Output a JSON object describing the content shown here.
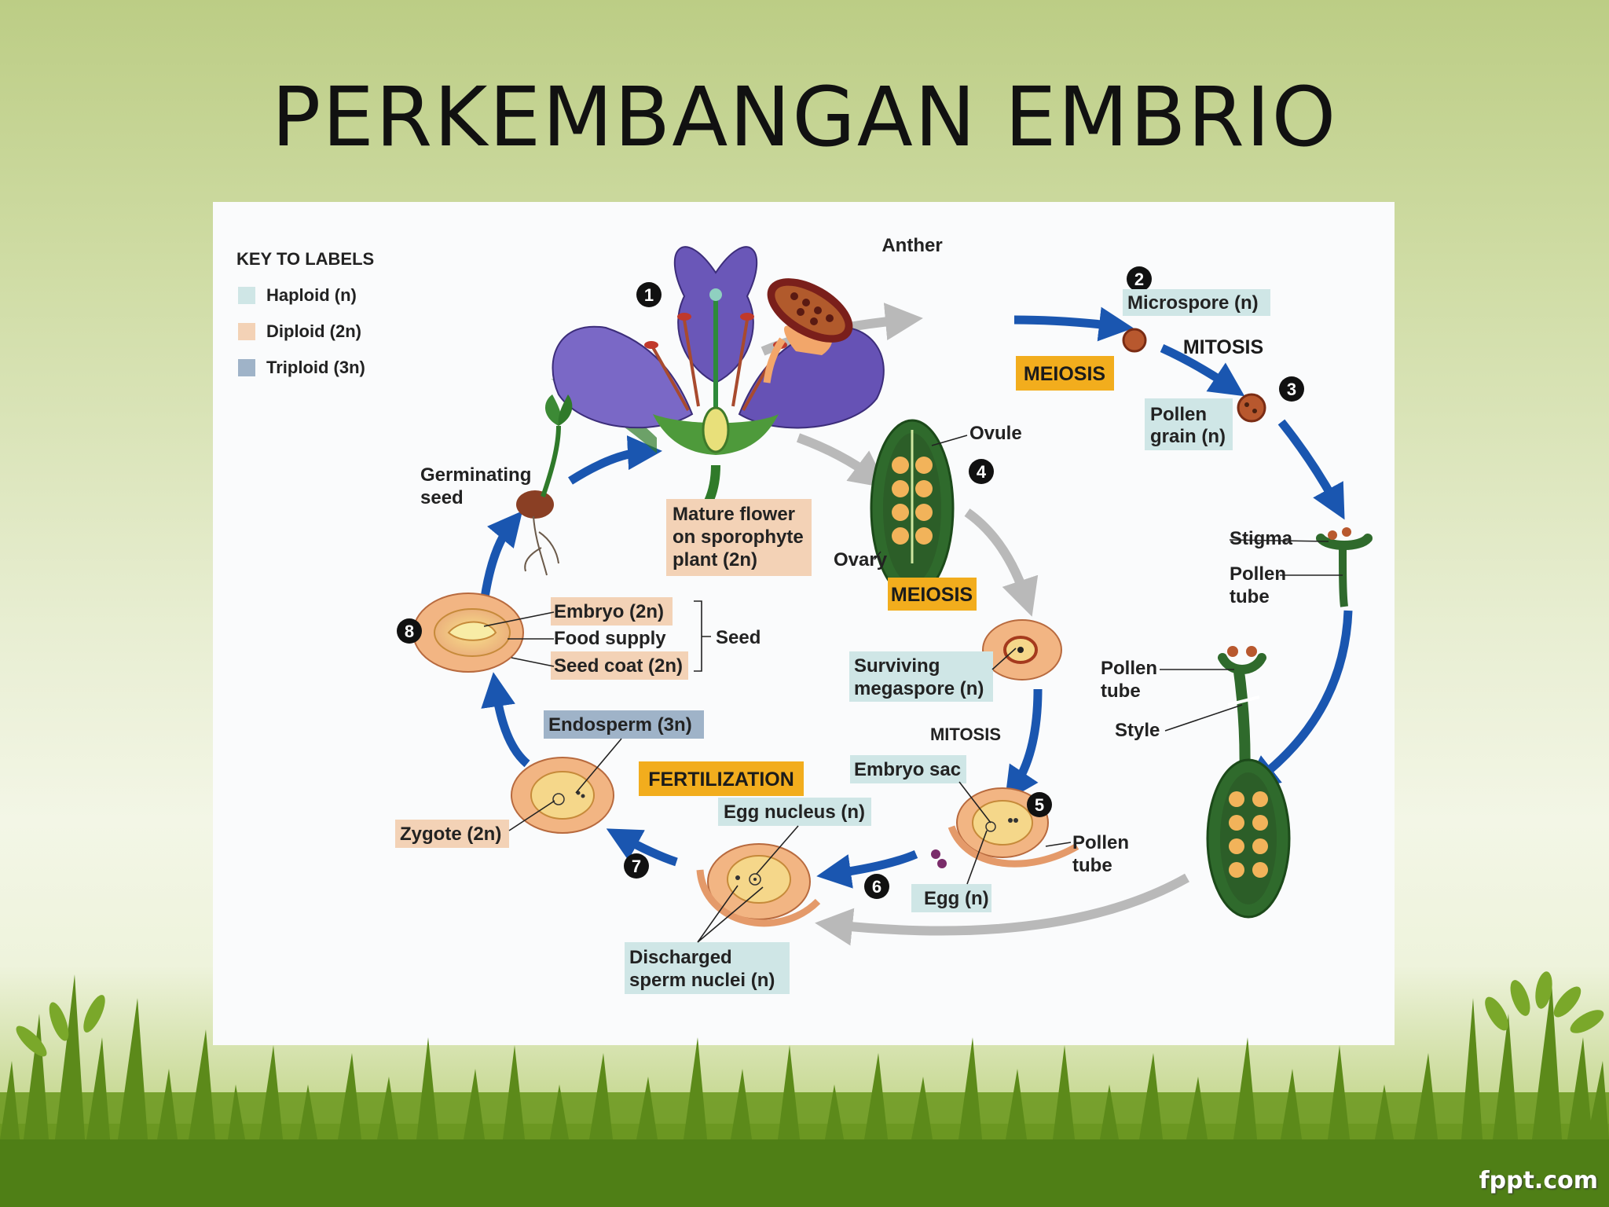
{
  "slide": {
    "title": "PERKEMBANGAN EMBRIO",
    "brand": "fppt.com"
  },
  "colors": {
    "haploid": "#cfe6e6",
    "diploid": "#f3d2b6",
    "triploid": "#9fb3c8",
    "process_box": "#f2ad1d",
    "arrow_blue": "#1a56b0",
    "arrow_gray": "#b9b9b9",
    "flower_purple": "#6a57b8",
    "ovary_green": "#2f6a2c"
  },
  "legend": {
    "title": "KEY TO LABELS",
    "items": [
      {
        "label": "Haploid (n)",
        "color": "#cfe6e6"
      },
      {
        "label": "Diploid (2n)",
        "color": "#f3d2b6"
      },
      {
        "label": "Triploid (3n)",
        "color": "#9fb3c8"
      }
    ]
  },
  "steps": [
    "1",
    "2",
    "3",
    "4",
    "5",
    "6",
    "7",
    "8"
  ],
  "processes": {
    "meiosis_anther": "MEIOSIS",
    "mitosis_pollen": "MITOSIS",
    "meiosis_ovule": "MEIOSIS",
    "mitosis_sac": "MITOSIS",
    "fertilization": "FERTILIZATION"
  },
  "labels": {
    "anther": "Anther",
    "microspore": "Microspore (n)",
    "pollen_grain_1": "Pollen",
    "pollen_grain_2": "grain (n)",
    "ovule": "Ovule",
    "ovary": "Ovary",
    "mature_flower_1": "Mature flower",
    "mature_flower_2": "on sporophyte",
    "mature_flower_3": "plant (2n)",
    "germinating_1": "Germinating",
    "germinating_2": "seed",
    "stigma": "Stigma",
    "pollen_tube_a1": "Pollen",
    "pollen_tube_a2": "tube",
    "pollen_tube_b1": "Pollen",
    "pollen_tube_b2": "tube",
    "style": "Style",
    "surviving_1": "Surviving",
    "surviving_2": "megaspore (n)",
    "embryo_sac": "Embryo sac",
    "pollen_tube_c1": "Pollen",
    "pollen_tube_c2": "tube",
    "egg": "Egg (n)",
    "egg_nucleus": "Egg nucleus (n)",
    "discharged_1": "Discharged",
    "discharged_2": "sperm nuclei (n)",
    "zygote": "Zygote (2n)",
    "endosperm": "Endosperm (3n)",
    "embryo": "Embryo (2n)",
    "food_supply": "Food supply",
    "seed_coat": "Seed coat (2n)",
    "seed": "Seed"
  }
}
